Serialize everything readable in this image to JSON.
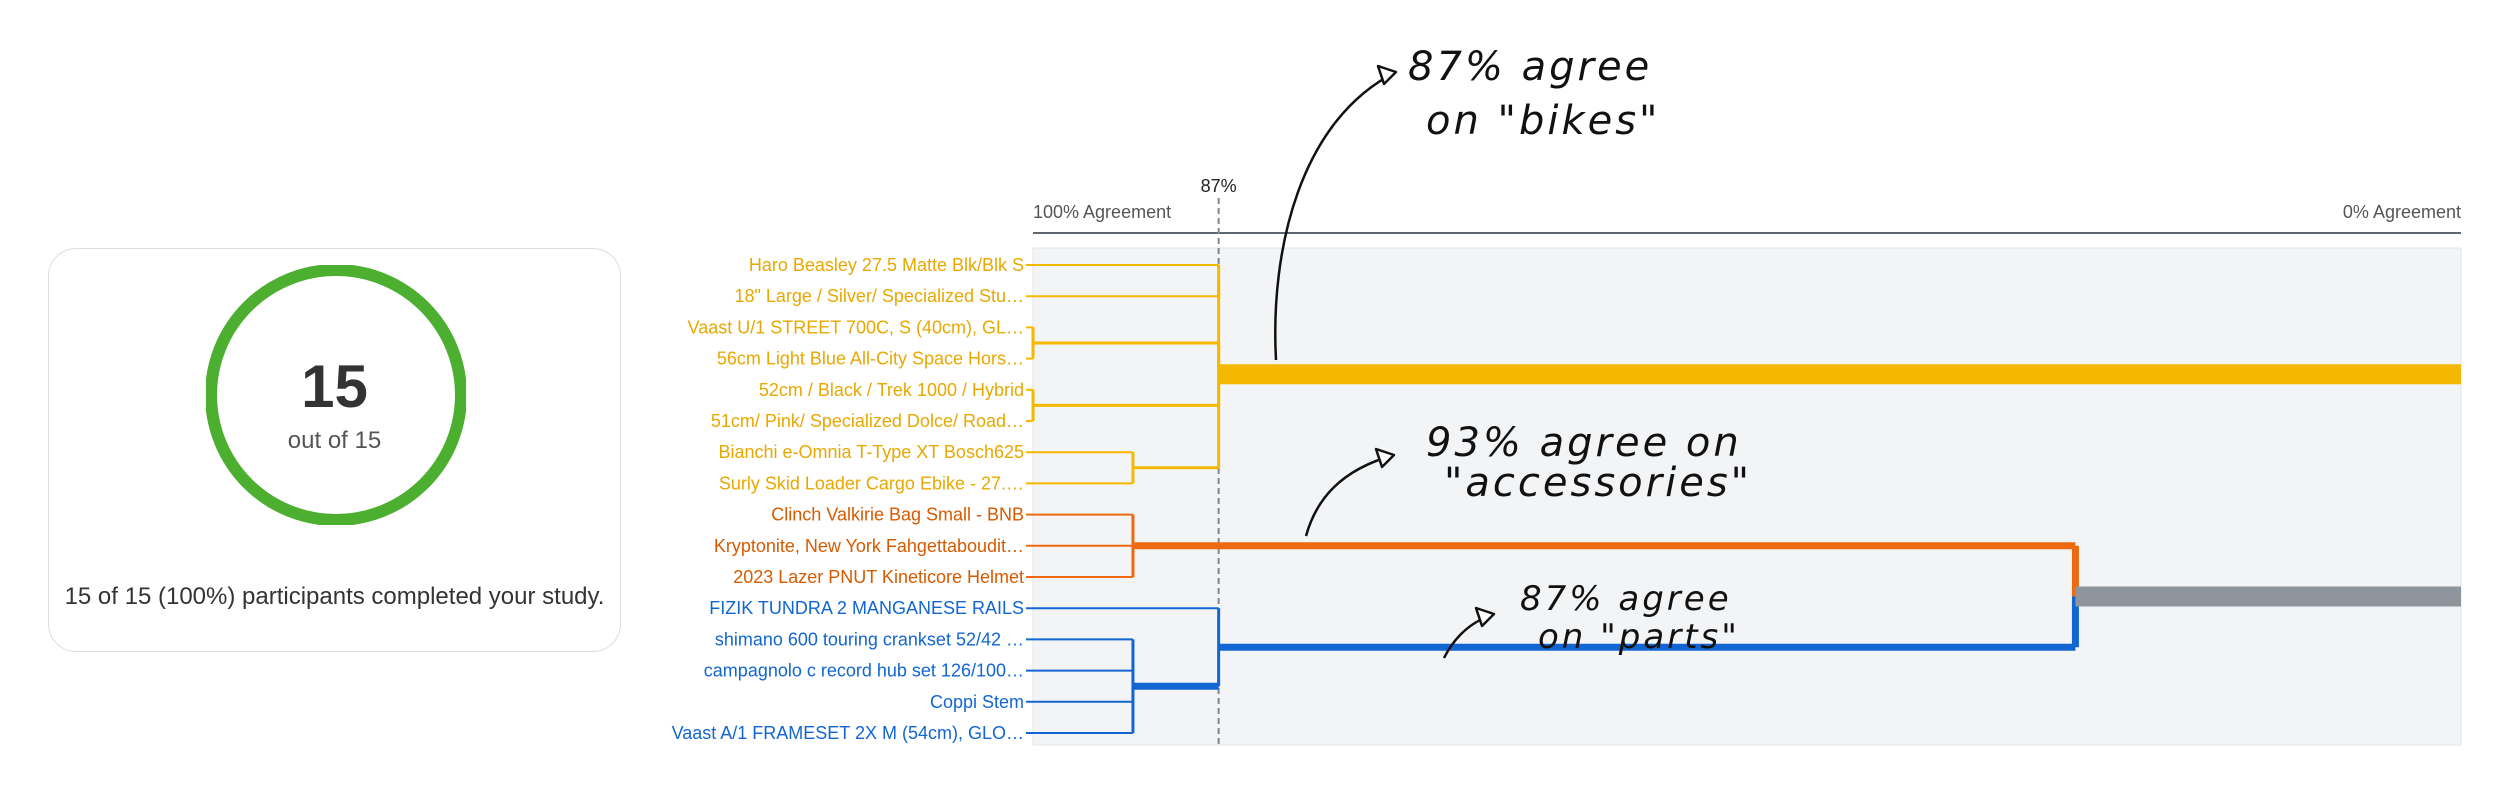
{
  "completion": {
    "count": "15",
    "total_text": "out of 15",
    "summary": "15 of 15 (100%) participants completed your study.",
    "fraction_complete": 1.0,
    "ring_color": "#4caf2f"
  },
  "chart_data": {
    "type": "dendrogram",
    "axis_left_label": "100% Agreement",
    "axis_right_label": "0% Agreement",
    "xlim": [
      100,
      0
    ],
    "threshold": 87,
    "threshold_label": "87%",
    "items": [
      {
        "label": "Haro Beasley 27.5 Matte Blk/Blk S",
        "group": "bikes"
      },
      {
        "label": "18\" Large / Silver/ Specialized Stu…",
        "group": "bikes"
      },
      {
        "label": "Vaast U/1 STREET 700C, S (40cm), GL…",
        "group": "bikes"
      },
      {
        "label": "56cm Light Blue All-City Space Hors…",
        "group": "bikes"
      },
      {
        "label": "52cm / Black / Trek 1000 / Hybrid",
        "group": "bikes"
      },
      {
        "label": "51cm/ Pink/ Specialized Dolce/ Road…",
        "group": "bikes"
      },
      {
        "label": "Bianchi e-Omnia T-Type XT Bosch625",
        "group": "bikes"
      },
      {
        "label": "Surly Skid Loader Cargo Ebike - 27.…",
        "group": "bikes"
      },
      {
        "label": "Clinch Valkirie Bag Small - BNB",
        "group": "accessories"
      },
      {
        "label": "Kryptonite, New York Fahgettaboudit…",
        "group": "accessories"
      },
      {
        "label": "2023 Lazer PNUT Kineticore Helmet",
        "group": "accessories"
      },
      {
        "label": "FIZIK TUNDRA 2 MANGANESE RAILS",
        "group": "parts"
      },
      {
        "label": "shimano 600 touring crankset 52/42 …",
        "group": "parts"
      },
      {
        "label": "campagnolo c record hub set 126/100…",
        "group": "parts"
      },
      {
        "label": "Coppi Stem",
        "group": "parts"
      },
      {
        "label": "Vaast A/1 FRAMESET 2X M (54cm), GLO…",
        "group": "parts"
      }
    ],
    "merges": [
      {
        "children": [
          0,
          1
        ],
        "agreement": 87,
        "weight": 1
      },
      {
        "children": [
          2,
          3
        ],
        "agreement": 100,
        "weight": 1
      },
      {
        "children": [
          4,
          5
        ],
        "agreement": 100,
        "weight": 1
      },
      {
        "children": [
          "m1",
          "m2"
        ],
        "agreement": 87,
        "weight": 2
      },
      {
        "children": [
          6,
          7
        ],
        "agreement": 93,
        "weight": 1
      },
      {
        "children": [
          "m0",
          "m3",
          "m4"
        ],
        "agreement": 87,
        "weight": 3,
        "extends_to": 0
      },
      {
        "children": [
          8,
          9,
          10
        ],
        "agreement": 93,
        "weight": 2
      },
      {
        "children": [
          12,
          13,
          14,
          15
        ],
        "agreement": 93,
        "weight": 2
      },
      {
        "children": [
          11,
          "m7"
        ],
        "agreement": 87,
        "weight": 2
      },
      {
        "children": [
          "m6",
          "m8"
        ],
        "agreement": 27,
        "weight": 3,
        "extends_to": 0
      }
    ],
    "groups": {
      "bikes": {
        "color": "#f5b800",
        "label_color": "#e8a800"
      },
      "accessories": {
        "color": "#ee6a10",
        "label_color": "#d85a00"
      },
      "parts": {
        "color": "#1266d4",
        "label_color": "#1266d4"
      },
      "combined": {
        "color": "#8f959d"
      }
    },
    "annotations": [
      {
        "lines": [
          "87% agree",
          "on \"bikes\""
        ],
        "group": "bikes"
      },
      {
        "lines": [
          "93% agree on",
          "\"accessories\""
        ],
        "group": "accessories"
      },
      {
        "lines": [
          "87% agree",
          "on \"parts\""
        ],
        "group": "parts"
      }
    ]
  }
}
